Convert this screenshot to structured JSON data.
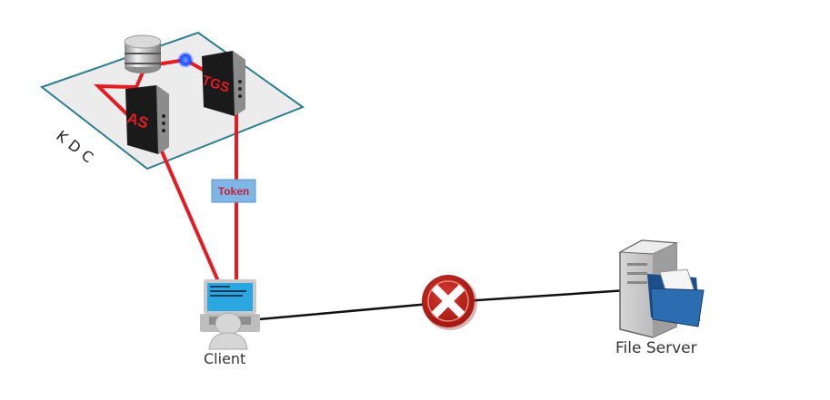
{
  "diagram": {
    "kdc": {
      "label": "KDC",
      "as_label": "AS",
      "tgs_label": "TGS"
    },
    "token": {
      "label": "Token"
    },
    "client": {
      "label": "Client"
    },
    "file_server": {
      "label": "File Server"
    },
    "status": {
      "icon": "error-x-icon"
    },
    "colors": {
      "link_red": "#e31b23",
      "link_black": "#111111",
      "plane_fill": "#ececec",
      "plane_stroke": "#2f7e8e",
      "token_fill": "#7fb6e6",
      "token_text": "#c0203a",
      "error_red": "#c0261d",
      "dot_blue": "#1e5bff"
    }
  }
}
